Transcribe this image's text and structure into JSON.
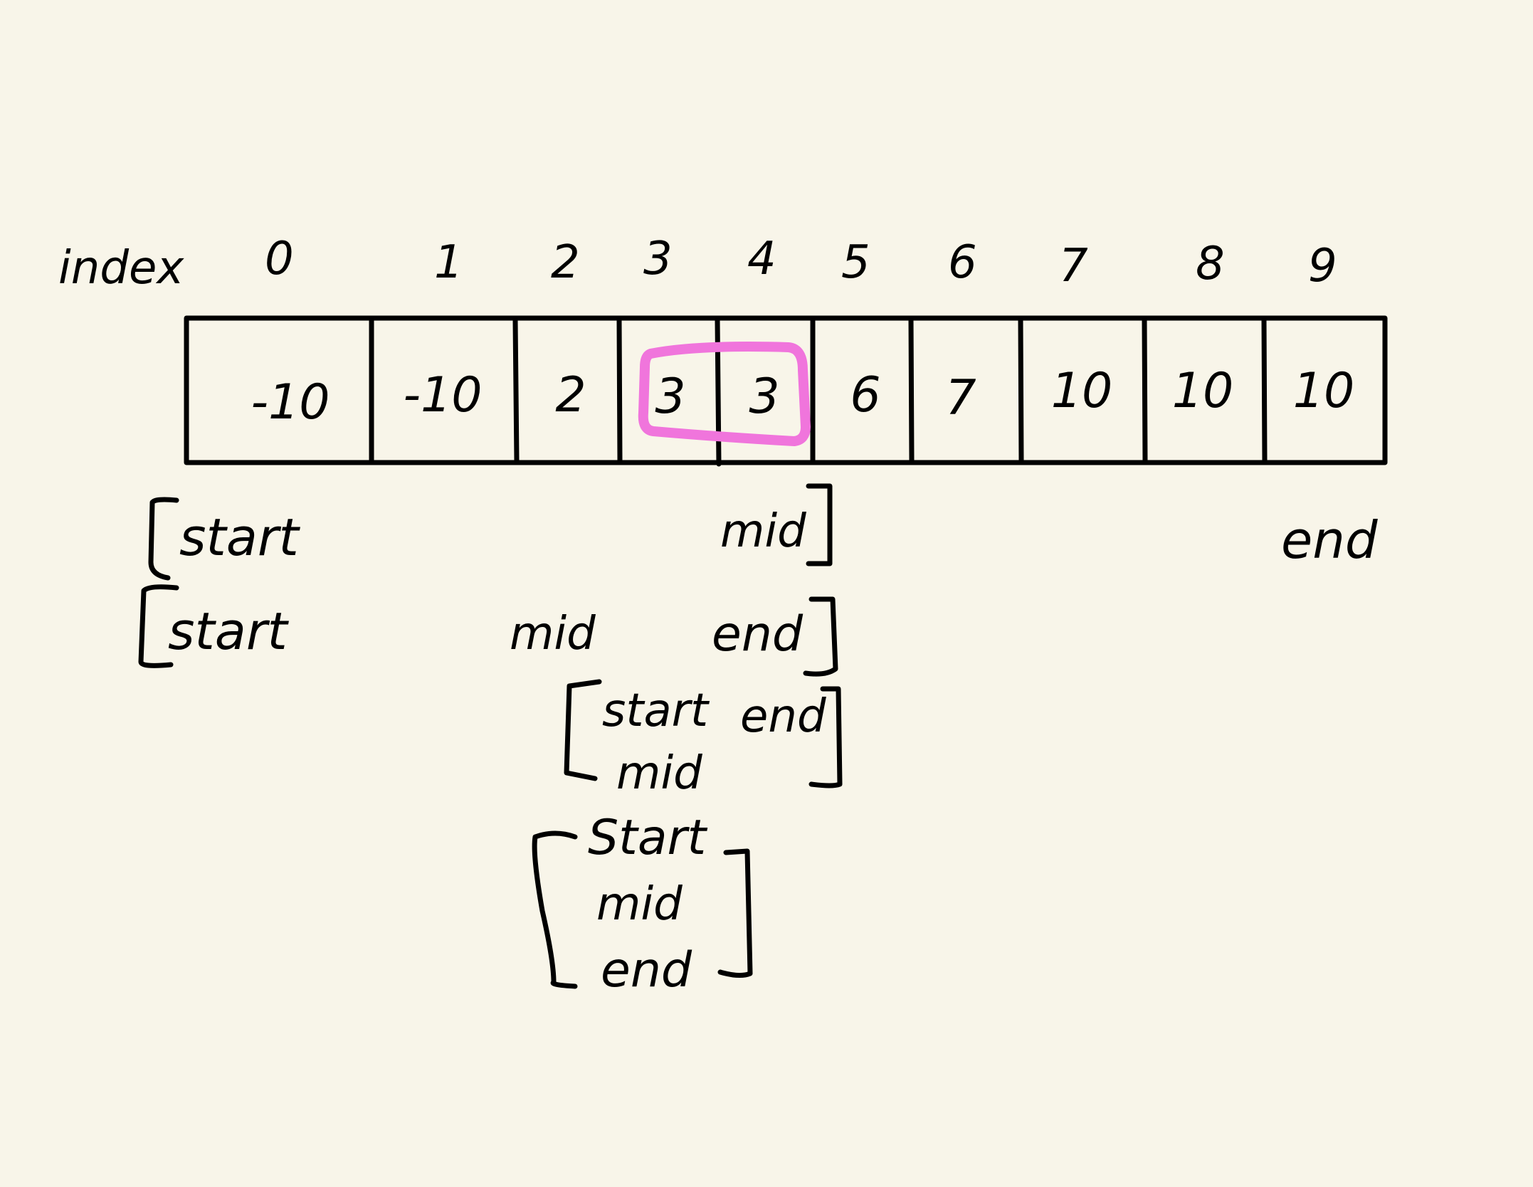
{
  "diagram": {
    "index_label": "index",
    "indices": [
      "0",
      "1",
      "2",
      "3",
      "4",
      "5",
      "6",
      "7",
      "8",
      "9"
    ],
    "values": [
      "-10",
      "-10",
      "2",
      "3",
      "3",
      "6",
      "7",
      "10",
      "10",
      "10"
    ],
    "highlighted_cells": [
      3,
      4
    ],
    "highlight_color": "#f075dc",
    "steps": [
      {
        "start": "start",
        "mid": "mid",
        "end": "end"
      },
      {
        "start": "start",
        "mid": "mid",
        "end": "end"
      },
      {
        "start": "start",
        "end": "end",
        "mid": "mid"
      },
      {
        "start": "Start",
        "mid": "mid",
        "end": "end"
      }
    ]
  }
}
